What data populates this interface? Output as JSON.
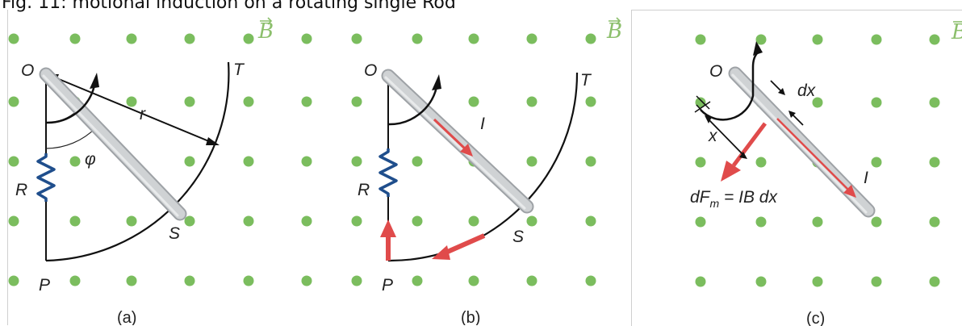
{
  "figure_title": "Fig. 11: motional induction on a rotating single Rod",
  "colors": {
    "dot": "#7bbd5e",
    "rod": "#c9ccce",
    "current": "#e04b4b",
    "resistor": "#1f4e8c",
    "field_label": "#8cbf6c"
  },
  "panels": [
    {
      "caption": "(a)",
      "field": "B",
      "labels": {
        "O": "O",
        "T": "T",
        "r": "r",
        "phi": "φ",
        "R": "R",
        "S": "S",
        "P": "P"
      }
    },
    {
      "caption": "(b)",
      "field": "B",
      "labels": {
        "O": "O",
        "T": "T",
        "I": "I",
        "R": "R",
        "S": "S",
        "P": "P"
      }
    },
    {
      "caption": "(c)",
      "field": "B",
      "labels": {
        "O": "O",
        "dx": "dx",
        "x": "x",
        "I": "I",
        "force": "dF",
        "force_sub": "m",
        "force_rest": " = IB dx"
      }
    }
  ]
}
